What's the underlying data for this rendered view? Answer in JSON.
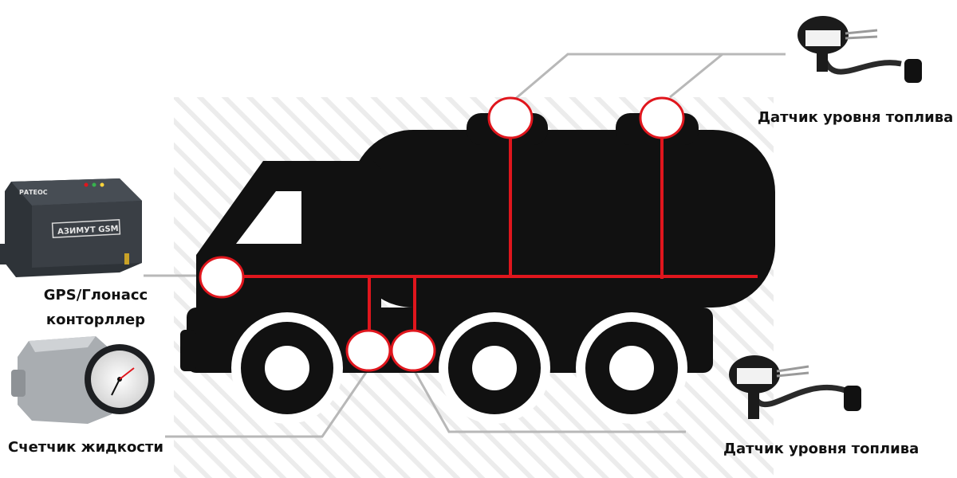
{
  "labels": {
    "fuel_sensor_top": "Датчик уровня топлива",
    "fuel_sensor_bottom": "Датчик уровня топлива",
    "gps_line1": "GPS/Глонасс",
    "gps_line2": "конторллер",
    "flow_meter": "Счетчик жидкости"
  },
  "device": {
    "brand": "РАТЕОС",
    "model": "АЗИМУТ GSM"
  },
  "colors": {
    "truck": "#111111",
    "wiring": "#e0161d",
    "leader": "#b8b8b8",
    "hatch": "#ececec",
    "label": "#111111"
  }
}
